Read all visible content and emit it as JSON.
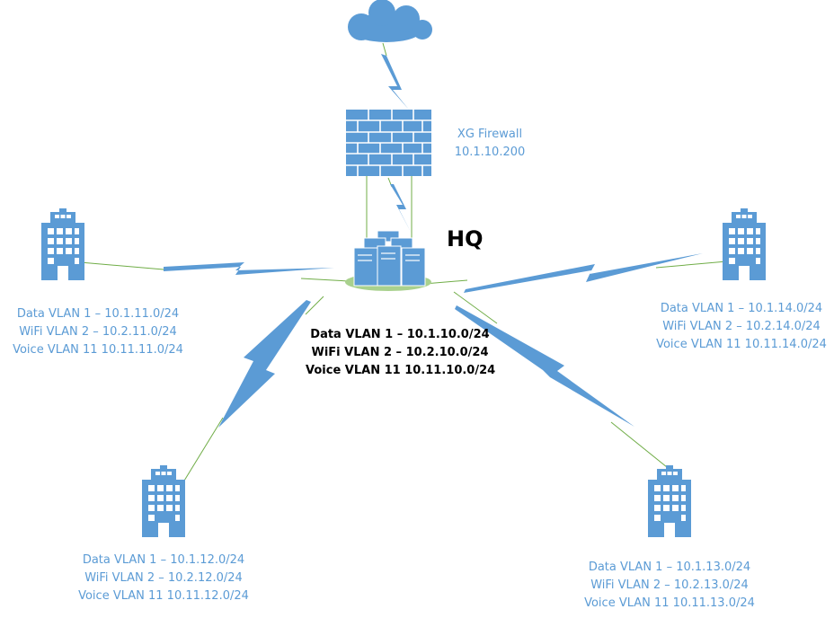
{
  "colors": {
    "accent": "#5b9bd5",
    "link": "#70ad47",
    "hq_text": "#000000"
  },
  "hq": {
    "title": "HQ",
    "data_vlan": "Data VLAN 1 – 10.1.10.0/24",
    "wifi_vlan": "WiFi VLAN 2 – 10.2.10.0/24",
    "voice_vlan": "Voice VLAN 11 10.11.10.0/24"
  },
  "firewall": {
    "name": "XG Firewall",
    "ip": "10.1.10.200"
  },
  "sites": {
    "left": {
      "data_vlan": "Data VLAN 1 – 10.1.11.0/24",
      "wifi_vlan": "WiFi VLAN 2 – 10.2.11.0/24",
      "voice_vlan": "Voice VLAN 11 10.11.11.0/24"
    },
    "bottom_left": {
      "data_vlan": "Data VLAN 1 – 10.1.12.0/24",
      "wifi_vlan": "WiFi VLAN 2 – 10.2.12.0/24",
      "voice_vlan": "Voice VLAN 11 10.11.12.0/24"
    },
    "bottom_right": {
      "data_vlan": "Data VLAN 1 – 10.1.13.0/24",
      "wifi_vlan": "WiFi VLAN 2 – 10.2.13.0/24",
      "voice_vlan": "Voice VLAN 11 10.11.13.0/24"
    },
    "right": {
      "data_vlan": "Data VLAN 1 – 10.1.14.0/24",
      "wifi_vlan": "WiFi VLAN 2 – 10.2.14.0/24",
      "voice_vlan": "Voice VLAN 11 10.11.14.0/24"
    }
  }
}
